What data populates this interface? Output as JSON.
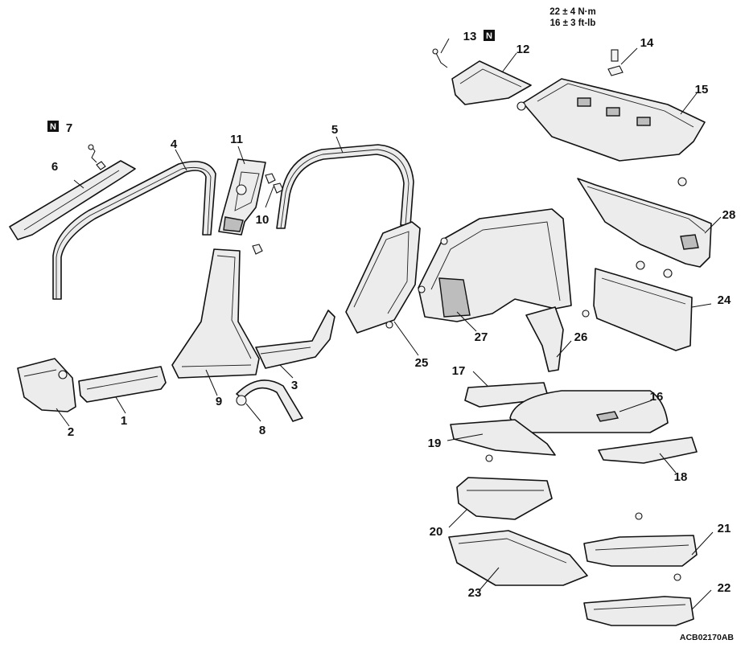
{
  "callouts": {
    "c1": "1",
    "c2": "2",
    "c3": "3",
    "c4": "4",
    "c5": "5",
    "c6": "6",
    "c7": "7",
    "c8": "8",
    "c9": "9",
    "c10": "10",
    "c11": "11",
    "c12": "12",
    "c13": "13",
    "c14": "14",
    "c15": "15",
    "c16": "16",
    "c17": "17",
    "c18": "18",
    "c19": "19",
    "c20": "20",
    "c21": "21",
    "c22": "22",
    "c23": "23",
    "c24": "24",
    "c25": "25",
    "c26": "26",
    "c27": "27",
    "c28": "28"
  },
  "badges": {
    "n7": "N",
    "n13": "N"
  },
  "torque": {
    "line1": "22 ± 4 N·m",
    "line2": "16 ± 3 ft-lb"
  },
  "reference_code": "ACB02170AB"
}
